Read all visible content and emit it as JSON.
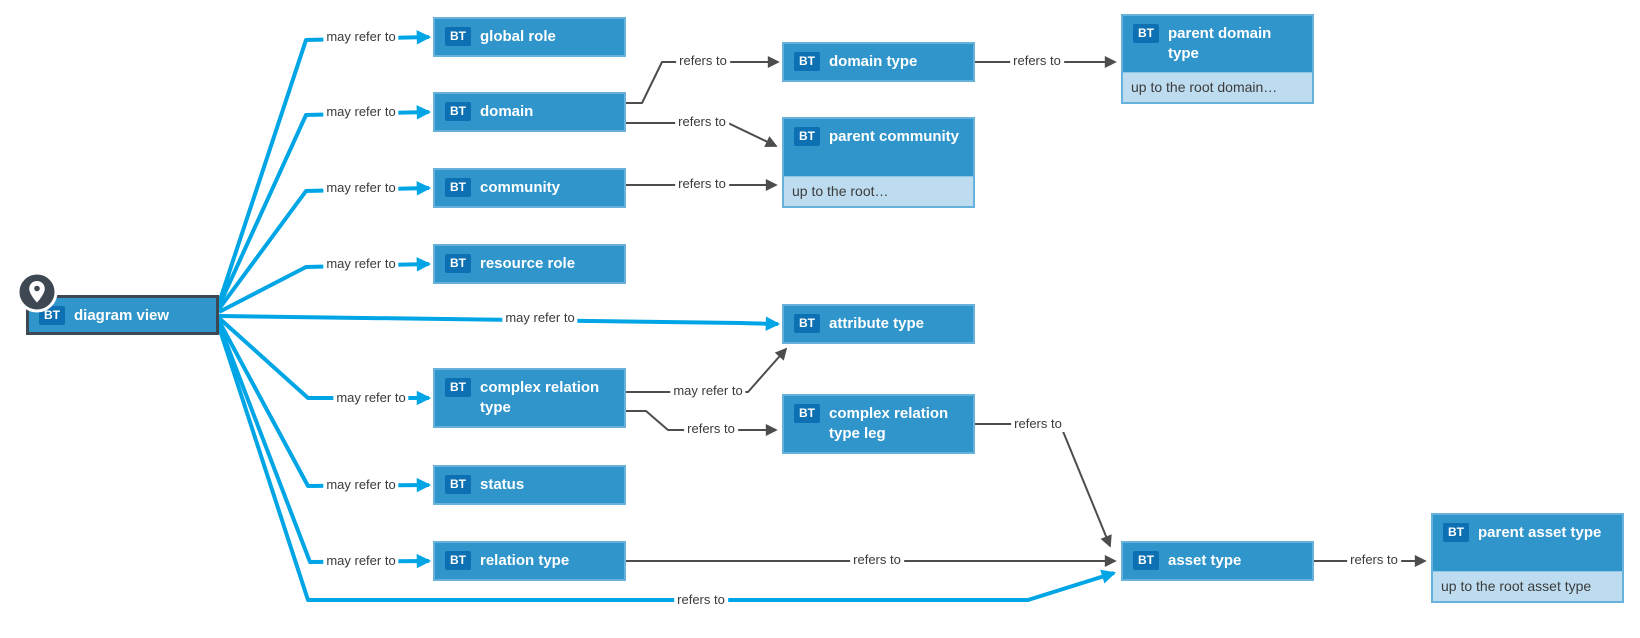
{
  "diagram": {
    "colors": {
      "node_fill": "#3095CB",
      "node_border": "#66B2DC",
      "badge_fill": "#0C70B2",
      "note_fill": "#BDDCEF",
      "edge_highlight": "#00A5E5",
      "edge_default": "#4D4D4D",
      "selected_border": "#3D4852",
      "edge_label_text": "#3A3A3A"
    },
    "nodes": [
      {
        "id": "diagram-view",
        "badge": "BT",
        "label": "diagram view",
        "selected": true,
        "pinned": true
      },
      {
        "id": "global-role",
        "badge": "BT",
        "label": "global role"
      },
      {
        "id": "domain",
        "badge": "BT",
        "label": "domain"
      },
      {
        "id": "community",
        "badge": "BT",
        "label": "community"
      },
      {
        "id": "resource-role",
        "badge": "BT",
        "label": "resource role"
      },
      {
        "id": "attribute-type",
        "badge": "BT",
        "label": "attribute type"
      },
      {
        "id": "complex-relation-type",
        "badge": "BT",
        "label": "complex relation type"
      },
      {
        "id": "status",
        "badge": "BT",
        "label": "status"
      },
      {
        "id": "relation-type",
        "badge": "BT",
        "label": "relation type"
      },
      {
        "id": "domain-type",
        "badge": "BT",
        "label": "domain type"
      },
      {
        "id": "parent-community",
        "badge": "BT",
        "label": "parent community",
        "note": "up to the root…"
      },
      {
        "id": "complex-relation-type-leg",
        "badge": "BT",
        "label": "complex relation type leg"
      },
      {
        "id": "parent-domain-type",
        "badge": "BT",
        "label": "parent domain type",
        "note": "up to the root domain…"
      },
      {
        "id": "asset-type",
        "badge": "BT",
        "label": "asset type"
      },
      {
        "id": "parent-asset-type",
        "badge": "BT",
        "label": "parent asset type",
        "note": "up to the root asset type"
      }
    ],
    "edges": [
      {
        "id": "dv-global-role",
        "from": "diagram-view",
        "to": "global-role",
        "label": "may refer to",
        "highlighted": true
      },
      {
        "id": "dv-domain",
        "from": "diagram-view",
        "to": "domain",
        "label": "may refer to",
        "highlighted": true
      },
      {
        "id": "dv-community",
        "from": "diagram-view",
        "to": "community",
        "label": "may refer to",
        "highlighted": true
      },
      {
        "id": "dv-resource-role",
        "from": "diagram-view",
        "to": "resource-role",
        "label": "may refer to",
        "highlighted": true
      },
      {
        "id": "dv-attribute-type",
        "from": "diagram-view",
        "to": "attribute-type",
        "label": "may refer to",
        "highlighted": true
      },
      {
        "id": "dv-complex-relation-type",
        "from": "diagram-view",
        "to": "complex-relation-type",
        "label": "may refer to",
        "highlighted": true
      },
      {
        "id": "dv-status",
        "from": "diagram-view",
        "to": "status",
        "label": "may refer to",
        "highlighted": true
      },
      {
        "id": "dv-relation-type",
        "from": "diagram-view",
        "to": "relation-type",
        "label": "may refer to",
        "highlighted": true
      },
      {
        "id": "dv-asset-type",
        "from": "diagram-view",
        "to": "asset-type",
        "label": "refers to",
        "highlighted": true
      },
      {
        "id": "domain-domain-type",
        "from": "domain",
        "to": "domain-type",
        "label": "refers to",
        "highlighted": false
      },
      {
        "id": "domain-parent-community",
        "from": "domain",
        "to": "parent-community",
        "label": "refers to",
        "highlighted": false
      },
      {
        "id": "community-parent-community",
        "from": "community",
        "to": "parent-community",
        "label": "refers to",
        "highlighted": false
      },
      {
        "id": "domain-type-parent-domain-type",
        "from": "domain-type",
        "to": "parent-domain-type",
        "label": "refers to",
        "highlighted": false
      },
      {
        "id": "crt-attribute-type",
        "from": "complex-relation-type",
        "to": "attribute-type",
        "label": "may refer to",
        "highlighted": false
      },
      {
        "id": "crt-leg",
        "from": "complex-relation-type",
        "to": "complex-relation-type-leg",
        "label": "refers to",
        "highlighted": false
      },
      {
        "id": "leg-asset-type",
        "from": "complex-relation-type-leg",
        "to": "asset-type",
        "label": "refers to",
        "highlighted": false
      },
      {
        "id": "relation-type-asset-type",
        "from": "relation-type",
        "to": "asset-type",
        "label": "refers to",
        "highlighted": false
      },
      {
        "id": "asset-type-parent-asset-type",
        "from": "asset-type",
        "to": "parent-asset-type",
        "label": "refers to",
        "highlighted": false
      }
    ]
  }
}
